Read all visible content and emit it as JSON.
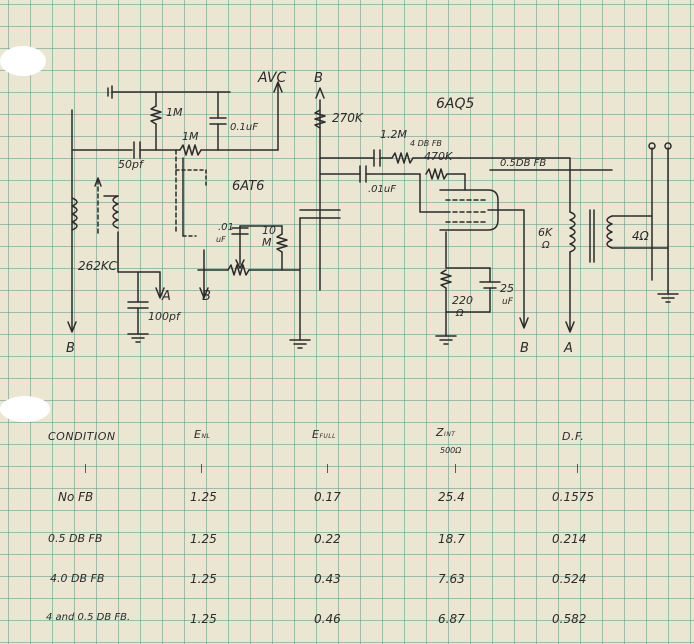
{
  "circuit": {
    "labels": {
      "avc": "AVC",
      "b_top": "B",
      "tube_6aq5": "6AQ5",
      "tube_6at6": "6AT6",
      "r_1m_top": "1M",
      "r_1m_mid": "1M",
      "c_01uf": "0.1uF",
      "c_50pf": "50pf",
      "r_270k": "270K",
      "r_1_2m": "1.2M",
      "fb_4db": "4 DB FB",
      "r_470k": "470K",
      "fb_05db": "0.5DB FB",
      "c_01uf_b": ".01uF",
      "c_01uf_c": ".01",
      "c_01uf_c_unit": "uF",
      "r_10m": "10",
      "r_10m_unit": "M",
      "r_6k": "6K",
      "r_6k_unit": "Ω",
      "speaker": "4Ω",
      "osc_freq": "262KC",
      "a_mid": "A",
      "b_mid": "B",
      "c_100pf": "100pf",
      "r_220": "220",
      "r_220_unit": "Ω",
      "c_25uf": "25",
      "c_25uf_unit": "uF",
      "b_left": "B",
      "b_right": "B",
      "a_right": "A"
    }
  },
  "table": {
    "headers": {
      "condition": "CONDITION",
      "e_in": "E",
      "e_in_sub": "NL",
      "e_full": "E",
      "e_full_sub": "FULL",
      "z_int": "Z",
      "z_int_sub": "INT",
      "z_int_note": "500Ω",
      "df": "D.F."
    },
    "tick": "|",
    "rows": [
      {
        "condition": "No FB",
        "e_nl": "1.25",
        "e_full": "0.17",
        "z_int": "25.4",
        "df": "0.1575"
      },
      {
        "condition": "0.5 DB FB",
        "e_nl": "1.25",
        "e_full": "0.22",
        "z_int": "18.7",
        "df": "0.214"
      },
      {
        "condition": "4.0 DB FB",
        "e_nl": "1.25",
        "e_full": "0.43",
        "z_int": "7.63",
        "df": "0.524"
      },
      {
        "condition": "4 and 0.5 DB FB.",
        "e_nl": "1.25",
        "e_full": "0.46",
        "z_int": "6.87",
        "df": "0.582"
      }
    ]
  }
}
